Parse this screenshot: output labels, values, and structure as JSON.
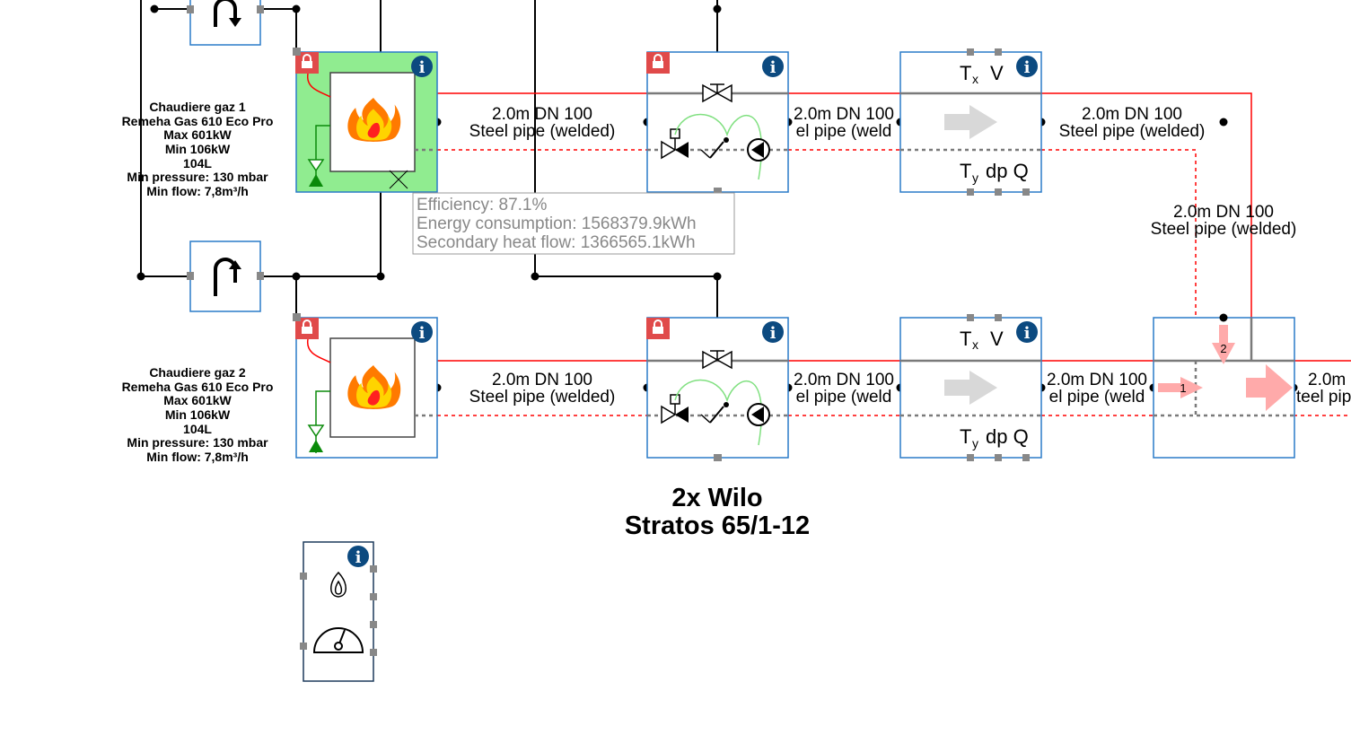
{
  "colors": {
    "block_border": "#2a7bc8",
    "active_fill": "#90ec90",
    "supply_pipe": "#ff0000",
    "return_pipe": "#7a7a7a",
    "info_badge": "#0c4a80",
    "lock_badge": "#e04a4a",
    "flow_arrow": "#ffaaaa",
    "tooltip_text": "#888888"
  },
  "boilers": [
    {
      "lines": [
        "Chaudiere gaz 1",
        "Remeha Gas 610 Eco Pro",
        "Max 601kW",
        "Min 106kW",
        "104L",
        "Min pressure: 130 mbar",
        "Min flow: 7,8m³/h"
      ],
      "active": true
    },
    {
      "lines": [
        "Chaudiere gaz 2",
        "Remeha Gas 610 Eco Pro",
        "Max 601kW",
        "Min 106kW",
        "104L",
        "Min pressure: 130 mbar",
        "Min flow: 7,8m³/h"
      ],
      "active": false
    }
  ],
  "tooltip": {
    "lines": [
      "Efficiency: 87.1%",
      "Energy consumption: 1568379.9kWh",
      "Secondary heat flow: 1366565.1kWh"
    ]
  },
  "pipes": {
    "full_line1": "2.0m DN 100",
    "full_line2": "Steel pipe (welded)",
    "clip_line1": "2.0m DN 100",
    "clip_line2": "el pipe (weld",
    "edge_line1": "2.0m",
    "edge_line2": "teel pip"
  },
  "pump_group": {
    "title_line1": "2x Wilo",
    "title_line2": "Stratos 65/1-12"
  },
  "measurement": {
    "top_a": "T",
    "top_a_sub": "x",
    "top_b": "V",
    "bottom_a": "T",
    "bottom_a_sub": "y",
    "bottom_b": "dp Q"
  },
  "mixer": {
    "input_1": "1",
    "input_2": "2"
  },
  "info_label": "i",
  "icons": [
    "lock-icon",
    "info-icon",
    "flame-icon",
    "pump-icon",
    "valve-icon",
    "check-valve-icon",
    "flow-arrow-icon",
    "gauge-icon",
    "flame-outline-icon",
    "bypass-icon"
  ]
}
